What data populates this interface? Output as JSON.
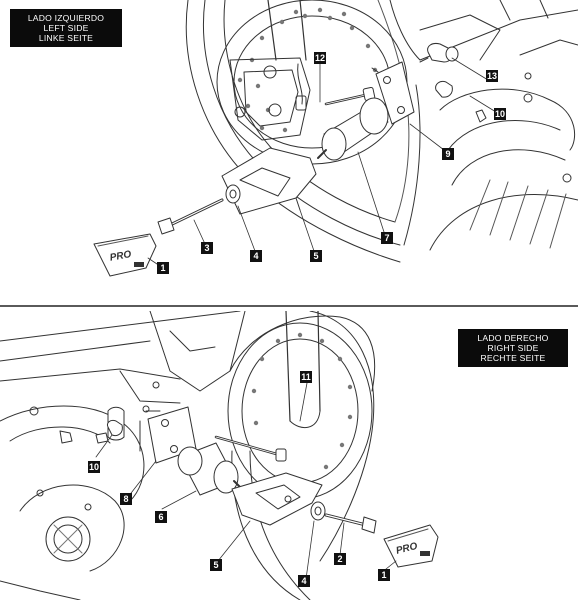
{
  "top_side_label": [
    "LADO IZQUIERDO",
    "LEFT SIDE",
    "LINKE SEITE"
  ],
  "bottom_side_label": [
    "LADO DERECHO",
    "RIGHT SIDE",
    "RECHTE SEITE"
  ],
  "top_callouts": [
    "12",
    "13",
    "10",
    "9",
    "7",
    "5",
    "4",
    "3",
    "1"
  ],
  "bottom_callouts": [
    "11",
    "10",
    "8",
    "6",
    "5",
    "4",
    "2",
    "1"
  ],
  "cover_logo_text": "PRO",
  "colors": {
    "line": "#333333",
    "label_bg": "#0b0b0b",
    "label_text": "#ffffff"
  }
}
